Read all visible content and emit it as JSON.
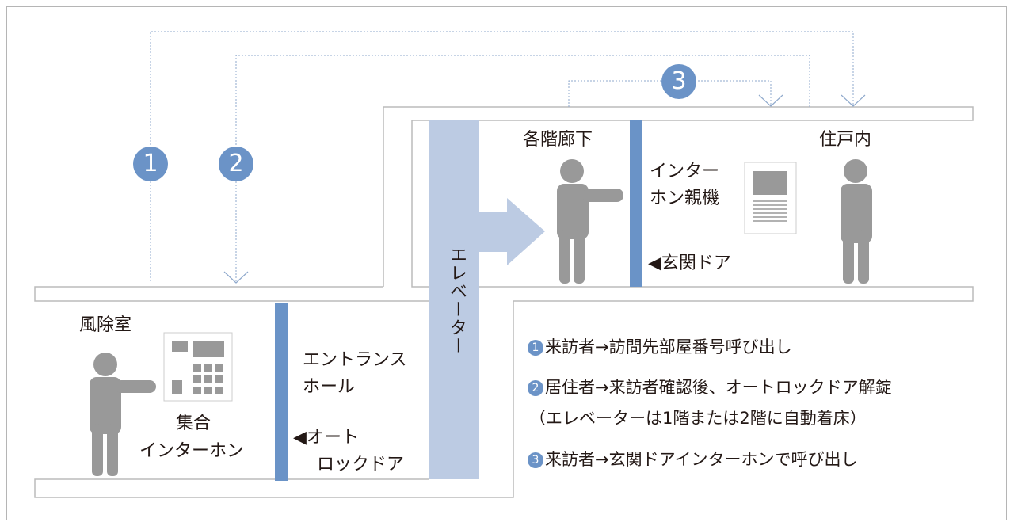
{
  "colors": {
    "accent": "#6b93c7",
    "elevator": "#bccbe3",
    "person": "#999999",
    "wall": "#bbbbbb"
  },
  "markers": [
    "1",
    "2",
    "3"
  ],
  "labels": {
    "hallway": "各階廊下",
    "residence": "住戸内",
    "master_intercom": [
      "インター",
      "ホン親機"
    ],
    "entrance_door": "◀玄関ドア",
    "elevator": "エレベーター",
    "windbreak_room": "風除室",
    "collective_intercom": [
      "集合",
      "インターホン"
    ],
    "entrance_hall": [
      "エントランス",
      "ホール"
    ],
    "autolock_door": [
      "◀オート",
      "ロックドア"
    ]
  },
  "legend": [
    {
      "num": "1",
      "text": "来訪者→訪問先部屋番号呼び出し"
    },
    {
      "num": "2",
      "text": "居住者→来訪者確認後、オートロックドア解錠",
      "sub": "（エレベーターは1階または2階に自動着床）"
    },
    {
      "num": "3",
      "text": "来訪者→玄関ドアインターホンで呼び出し"
    }
  ]
}
